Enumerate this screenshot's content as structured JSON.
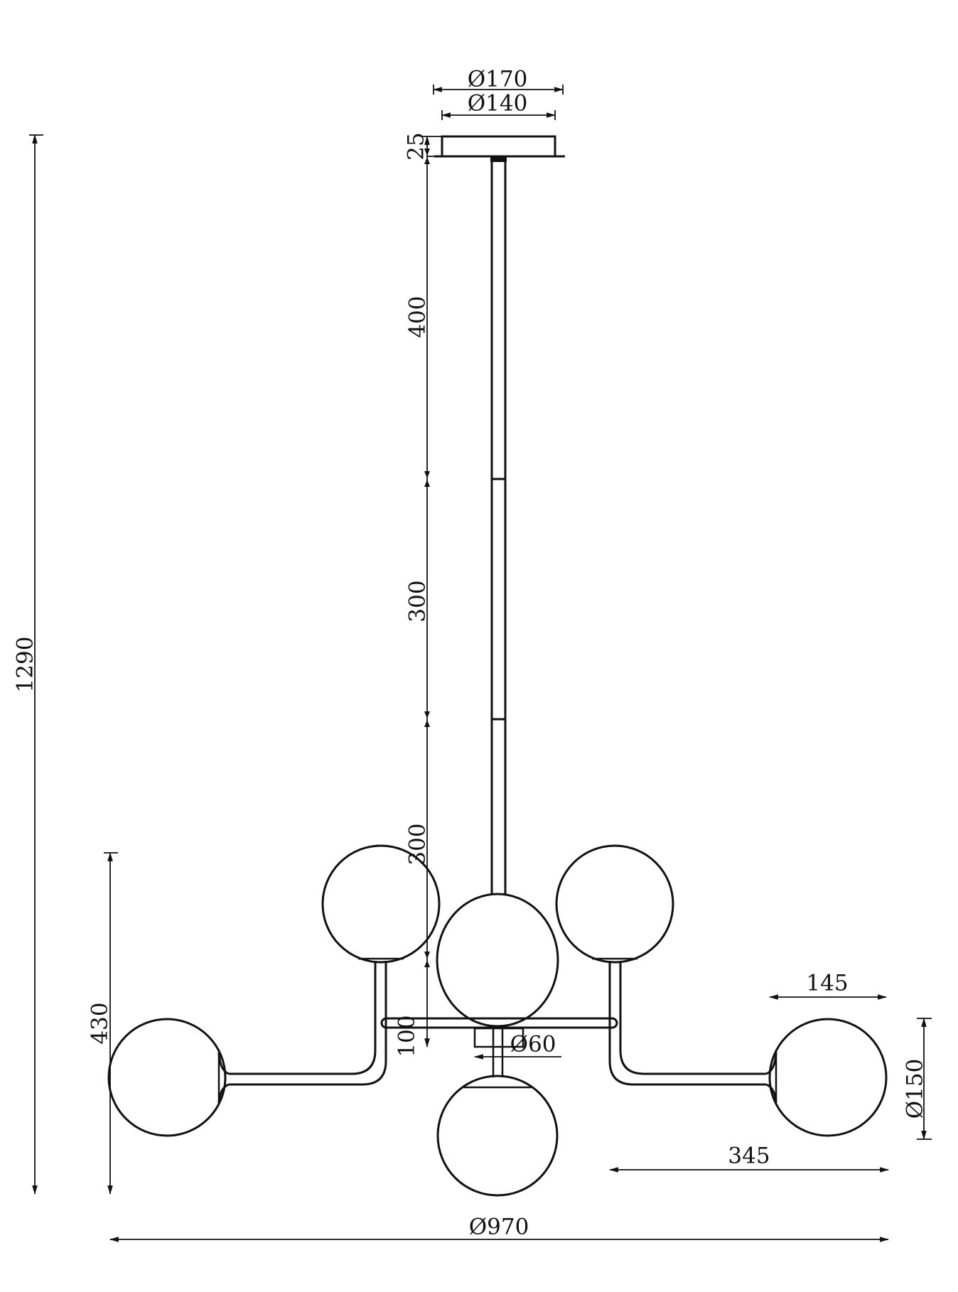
{
  "sheet": {
    "background_color": "#ffffff",
    "line_color": "#111111"
  },
  "dimensions": {
    "canopy_outer_diameter": {
      "label": "Ø170"
    },
    "canopy_diameter": {
      "label": "Ø140"
    },
    "canopy_height": {
      "label": "25"
    },
    "rod_upper_length": {
      "label": "400"
    },
    "rod_middle_length": {
      "label": "300"
    },
    "rod_lower_length": {
      "label": "300"
    },
    "center_drop_length": {
      "label": "100"
    },
    "overall_height": {
      "label": "1290"
    },
    "body_height": {
      "label": "430"
    },
    "center_socket_diameter": {
      "label": "Ø60"
    },
    "side_shade_width": {
      "label": "145"
    },
    "side_shade_diameter": {
      "label": "Ø150"
    },
    "arm_projection": {
      "label": "345"
    },
    "overall_diameter": {
      "label": "Ø970"
    }
  }
}
